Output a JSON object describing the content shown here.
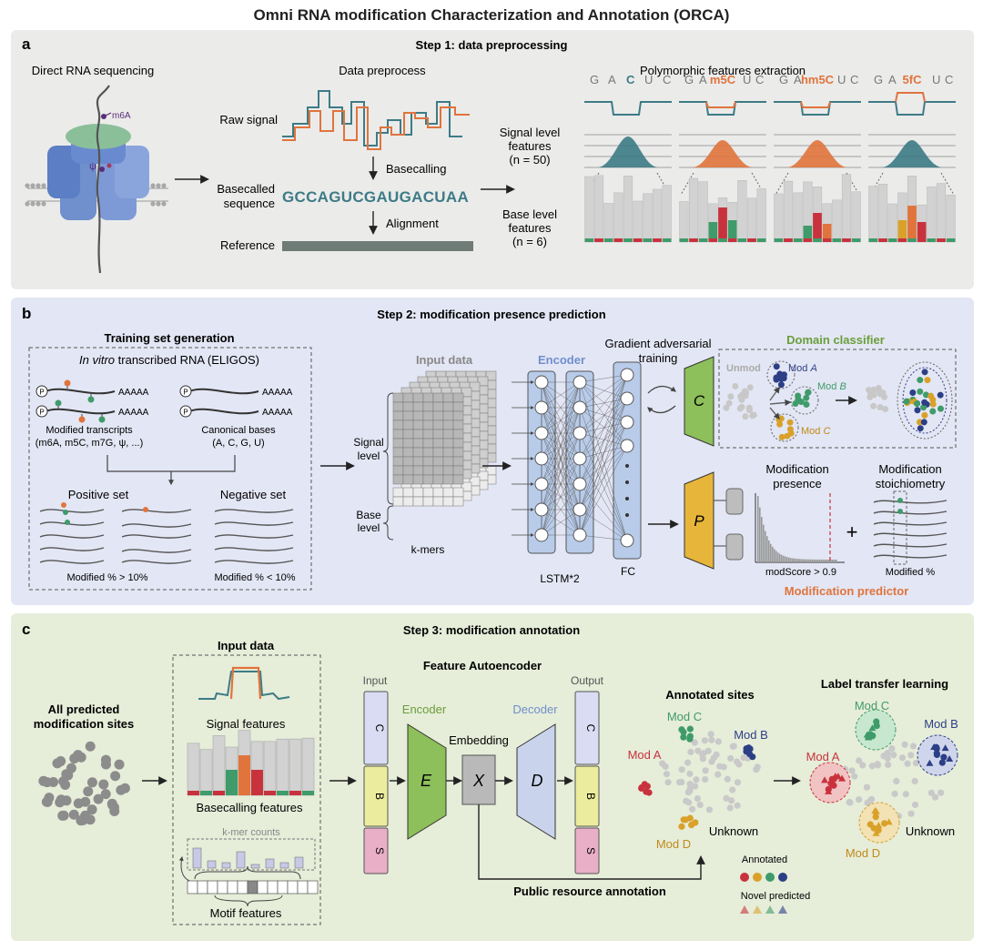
{
  "title": "Omni RNA modification Characterization and Annotation (ORCA)",
  "colors": {
    "teal": "#3d7b86",
    "orange": "#e0743c",
    "panel_a_bg": "#ebebea",
    "panel_b_bg": "#e3e6f4",
    "panel_c_bg": "#e6edd9",
    "encoder_blue": "#6f8fcd",
    "domain_green": "#6a9e3a",
    "predictor_orange": "#e0743c",
    "mod_red": "#c8323c",
    "mod_yellow": "#d9a12a",
    "mod_green": "#3f9b6a",
    "mod_navy": "#2c3f86"
  },
  "panel_a": {
    "letter": "a",
    "step": "Step 1: data preprocessing",
    "direct_rna": "Direct RNA sequencing",
    "m6a_label": "m6A",
    "psi_label": "ψ",
    "data_preprocess": "Data preprocess",
    "raw_signal": "Raw signal",
    "basecalling": "Basecalling",
    "basecalled_1": "Basecalled",
    "basecalled_2": "sequence",
    "sequence": "GCCAGUCGAUGACUAA",
    "alignment": "Alignment",
    "reference": "Reference",
    "polymorphic": "Polymorphic features extraction",
    "signal_level_1": "Signal level",
    "signal_level_2": "features",
    "signal_level_n": "(n = 50)",
    "base_level_1": "Base level",
    "base_level_2": "features",
    "base_level_n": "(n = 6)",
    "kmers": [
      {
        "l": [
          "G",
          "A",
          "C",
          "U",
          "C"
        ],
        "mod": ""
      },
      {
        "l": [
          "G",
          "A"
        ],
        "mod": "m5C",
        "r": [
          "U",
          "C"
        ]
      },
      {
        "l": [
          "G",
          "A"
        ],
        "mod": "hm5C",
        "r": [
          "U",
          "C"
        ]
      },
      {
        "l": [
          "G",
          "A"
        ],
        "mod": "5fC",
        "r": [
          "U",
          "C"
        ]
      }
    ]
  },
  "panel_b": {
    "letter": "b",
    "step": "Step 2: modification presence prediction",
    "training_set": "Training set generation",
    "in_vitro_1": "In vitro",
    "in_vitro_2": " transcribed RNA (ELIGOS)",
    "polya": "AAAAA",
    "p_label": "P",
    "modified_transcripts": "Modified transcripts",
    "modified_list": "(m6A, m5C, m7G, ψ, ...)",
    "canonical": "Canonical bases",
    "canonical_list": "(A, C, G, U)",
    "positive_set": "Positive set",
    "negative_set": "Negative set",
    "modified_gt": "Modified % > 10%",
    "modified_lt": "Modified % < 10%",
    "input_data": "Input data",
    "signal_1": "Signal",
    "signal_2": "level",
    "base_1": "Base",
    "base_2": "level",
    "kmers": "k-mers",
    "encoder": "Encoder",
    "lstm": "LSTM*2",
    "fc": "FC",
    "gradient_1": "Gradient adversarial",
    "gradient_2": "training",
    "c_letter": "C",
    "p_letter": "P",
    "domain_classifier": "Domain classifier",
    "unmod": "Unmod",
    "mod_a_1": "Mod ",
    "mod_a_2": "A",
    "mod_b_1": "Mod ",
    "mod_b_2": "B",
    "mod_c_1": "Mod ",
    "mod_c_2": "C",
    "modification_presence_1": "Modification",
    "modification_presence_2": "presence",
    "modscore": "modScore > 0.9",
    "plus": "+",
    "stoich_1": "Modification",
    "stoich_2": "stoichiometry",
    "modified_pct": "Modified %",
    "predictor": "Modification predictor"
  },
  "panel_c": {
    "letter": "c",
    "step": "Step 3: modification annotation",
    "all_predicted_1": "All predicted",
    "all_predicted_2": "modification sites",
    "input_data": "Input data",
    "signal_features": "Signal features",
    "basecalling_features": "Basecalling features",
    "kmer_counts": "k-mer counts",
    "motif_features": "Motif features",
    "feature_autoencoder": "Feature Autoencoder",
    "input": "Input",
    "output": "Output",
    "encoder": "Encoder",
    "decoder": "Decoder",
    "embedding": "Embedding",
    "c_seg": "C",
    "b_seg": "B",
    "s_seg": "S",
    "e_letter": "E",
    "x_letter": "X",
    "d_letter": "D",
    "public_resource": "Public resource annotation",
    "annotated_sites": "Annotated sites",
    "mod_a": "Mod A",
    "mod_b": "Mod B",
    "mod_c": "Mod C",
    "mod_d": "Mod D",
    "unknown": "Unknown",
    "label_transfer": "Label transfer learning",
    "annotated": "Annotated",
    "novel_predicted": "Novel predicted"
  }
}
